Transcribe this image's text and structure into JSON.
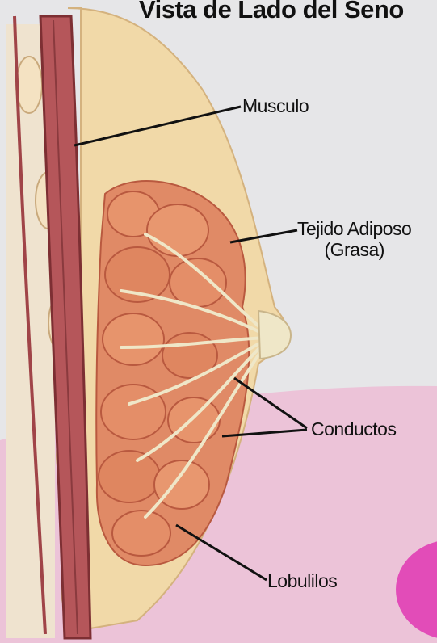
{
  "title": "Vista de Lado del Seno",
  "labels": {
    "musculo": "Musculo",
    "tejido_line1": "Tejido Adiposo",
    "tejido_line2": "(Grasa)",
    "conductos": "Conductos",
    "lobulillos": "Lobulilos"
  },
  "colors": {
    "background": "#e6e6e8",
    "pink_band": "#ecc3d8",
    "magenta_blob": "#e24cb8",
    "muscle": "#b5565a",
    "muscle_dark": "#7d2f33",
    "fat": "#f1d9a8",
    "lobules": "#e08a66",
    "ducts": "#efe7c8"
  }
}
